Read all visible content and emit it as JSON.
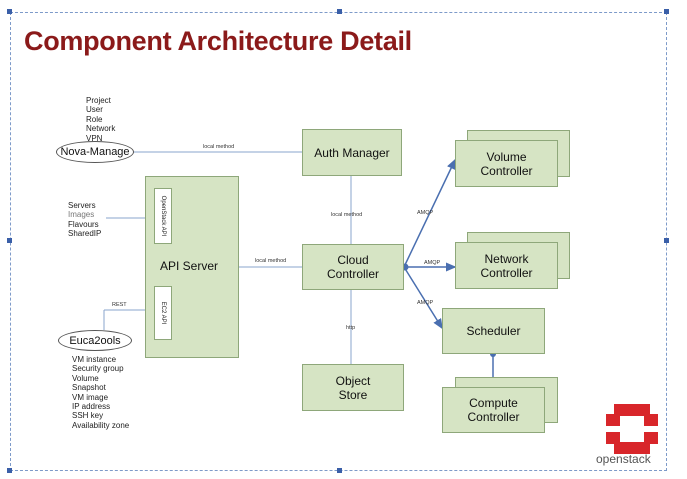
{
  "title": "Component Architecture Detail",
  "nova_list": [
    "Project",
    "User",
    "Role",
    "Network",
    "VPN"
  ],
  "nova_manage": "Nova-Manage",
  "api_list": [
    "Servers",
    "Images",
    "Flavours",
    "SharedIP"
  ],
  "openstack_api": "OpenStack API",
  "api_server": "API Server",
  "ec2_api": "EC2 API",
  "rest": "REST",
  "euca2ools": "Euca2ools",
  "euca_list": [
    "VM instance",
    "Security group",
    "Volume",
    "Snapshot",
    "VM image",
    "IP address",
    "SSH key",
    "Availability zone"
  ],
  "auth_manager": "Auth Manager",
  "cloud_controller": "Cloud Controller",
  "object_store": "Object Store",
  "volume_controller": "Volume Controller",
  "network_controller": "Network Controller",
  "scheduler": "Scheduler",
  "compute_controller": "Compute Controller",
  "labels": {
    "local_method_top": "local method",
    "local_method_mid": "local method",
    "local_method_vertical": "local method",
    "http": "http",
    "amqp_1": "AMQP",
    "amqp_2": "AMQP",
    "amqp_3": "AMQP"
  },
  "logo_text": "openstack",
  "colors": {
    "title": "#8b1a1a",
    "box_fill": "#d6e4c4",
    "box_border": "#8ea77a",
    "arrow": "#4a6fb0",
    "logo_red": "#d8262a"
  }
}
